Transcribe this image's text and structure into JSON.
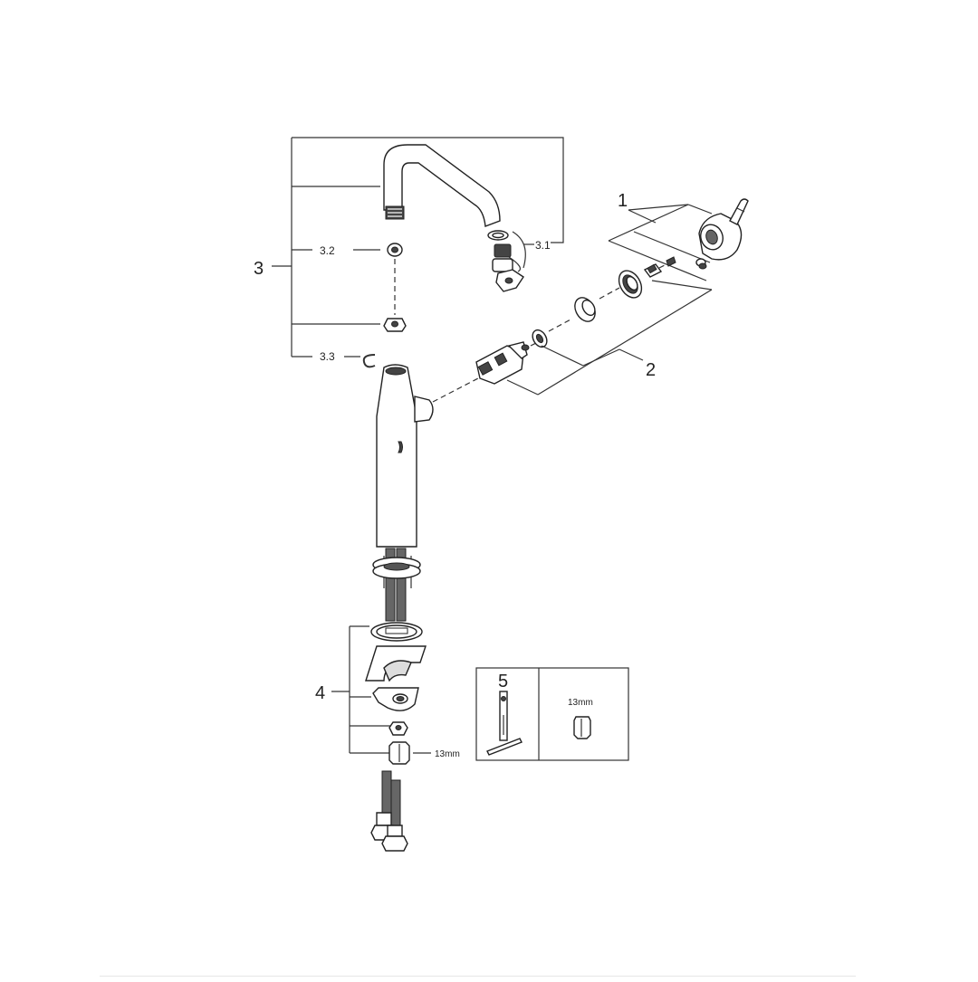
{
  "callouts": {
    "c1": "1",
    "c2": "2",
    "c3": "3",
    "c3_1": "3.1",
    "c3_2": "3.2",
    "c3_3": "3.3",
    "c4": "4",
    "c5": "5"
  },
  "dims": {
    "wrench_size": "13mm",
    "inset_wrench_size": "13mm"
  }
}
